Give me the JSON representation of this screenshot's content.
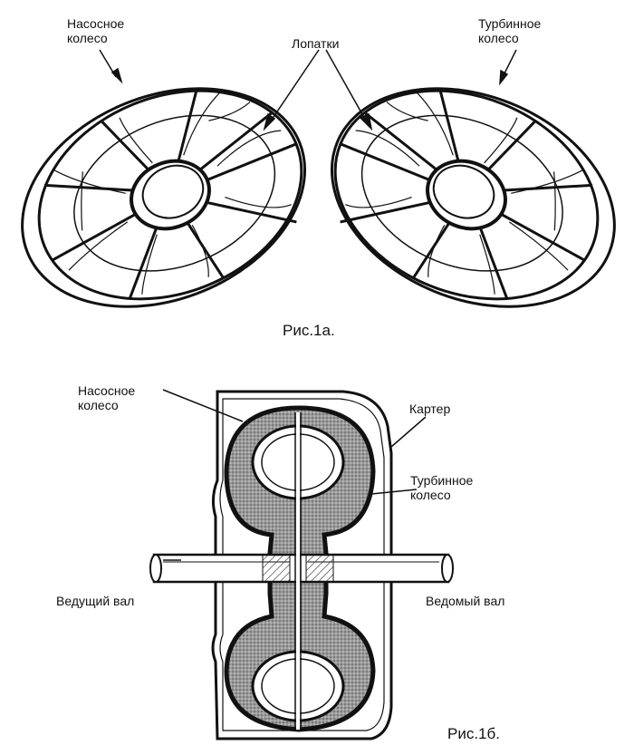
{
  "figure_1a": {
    "pump_wheel_label_line1": "Насосное",
    "pump_wheel_label_line2": "колесо",
    "turbine_wheel_label_line1": "Турбинное",
    "turbine_wheel_label_line2": "колесо",
    "blades_label": "Лопатки",
    "caption": "Рис.1а."
  },
  "figure_1b": {
    "pump_wheel_label_line1": "Насосное",
    "pump_wheel_label_line2": "колесо",
    "housing_label": "Картер",
    "turbine_wheel_label_line1": "Турбинное",
    "turbine_wheel_label_line2": "колесо",
    "driving_shaft_label": "Ведущий вал",
    "driven_shaft_label": "Ведомый вал",
    "caption": "Рис.1б."
  },
  "colors": {
    "ink": "#111111",
    "fluid_fill": "#8c8c8c",
    "background": "#ffffff"
  }
}
